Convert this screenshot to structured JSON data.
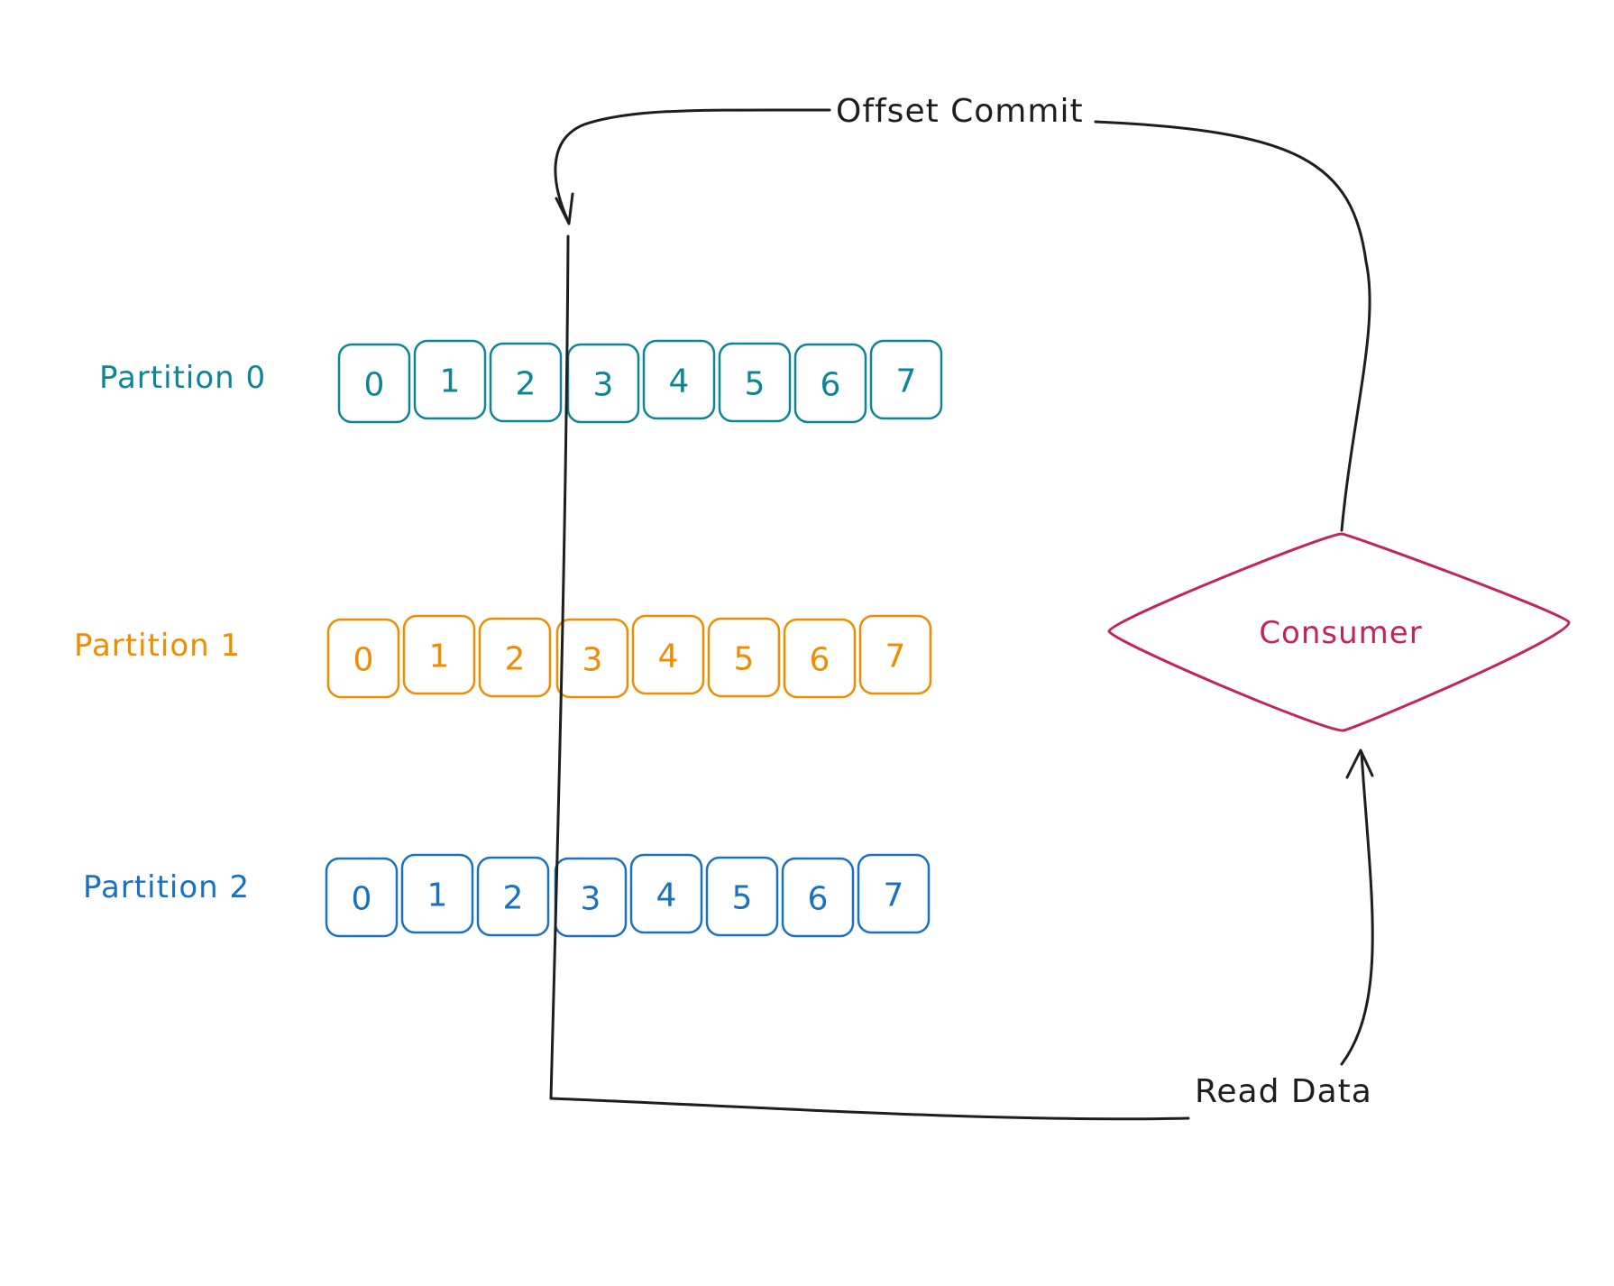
{
  "partitions": [
    {
      "label": "Partition 0",
      "color": "#0c8599",
      "offsets": [
        "0",
        "1",
        "2",
        "3",
        "4",
        "5",
        "6",
        "7"
      ]
    },
    {
      "label": "Partition 1",
      "color": "#f08c00",
      "offsets": [
        "0",
        "1",
        "2",
        "3",
        "4",
        "5",
        "6",
        "7"
      ]
    },
    {
      "label": "Partition 2",
      "color": "#1971c2",
      "offsets": [
        "0",
        "1",
        "2",
        "3",
        "4",
        "5",
        "6",
        "7"
      ]
    }
  ],
  "consumer": {
    "label": "Consumer",
    "color": "#c2255c"
  },
  "flows": {
    "offset_commit": "Offset Commit",
    "read_data": "Read Data"
  },
  "line_color": "#1e1e1e"
}
